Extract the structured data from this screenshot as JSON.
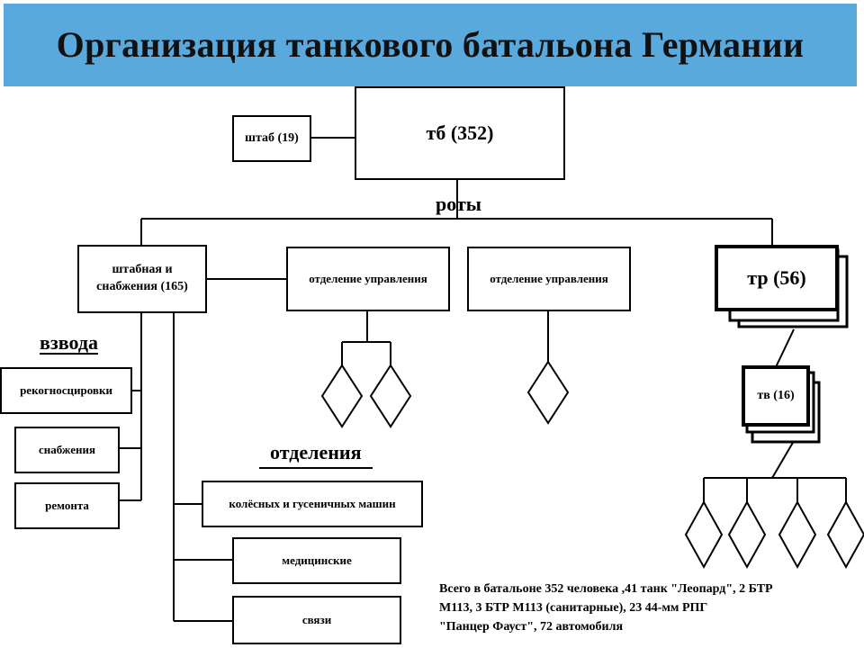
{
  "title": "Организация танкового батальона Германии",
  "nodes": {
    "battalion": "тб (352)",
    "hq": "штаб (19)",
    "hq_supply": "штабная и снабжения (165)",
    "control_1": "отделение управления",
    "control_2": "отделение управления",
    "tank_company": "тр (56)",
    "tank_platoon": "тв (16)"
  },
  "labels": {
    "companies": "роты",
    "platoons": "взвода",
    "sections": "отделения"
  },
  "platoons": [
    "рекогносцировки",
    "снабжения",
    "ремонта"
  ],
  "sections": [
    "колёсных и гусеничных машин",
    "медицинские",
    "связи"
  ],
  "note_lines": [
    "Всего в батальоне 352 человека ,41 танк \"Леопард\", 2 БТР",
    "М113, 3 БТР М113 (санитарные), 23 44-мм РПГ",
    "\"Панцер Фауст\", 72 автомобиля"
  ]
}
